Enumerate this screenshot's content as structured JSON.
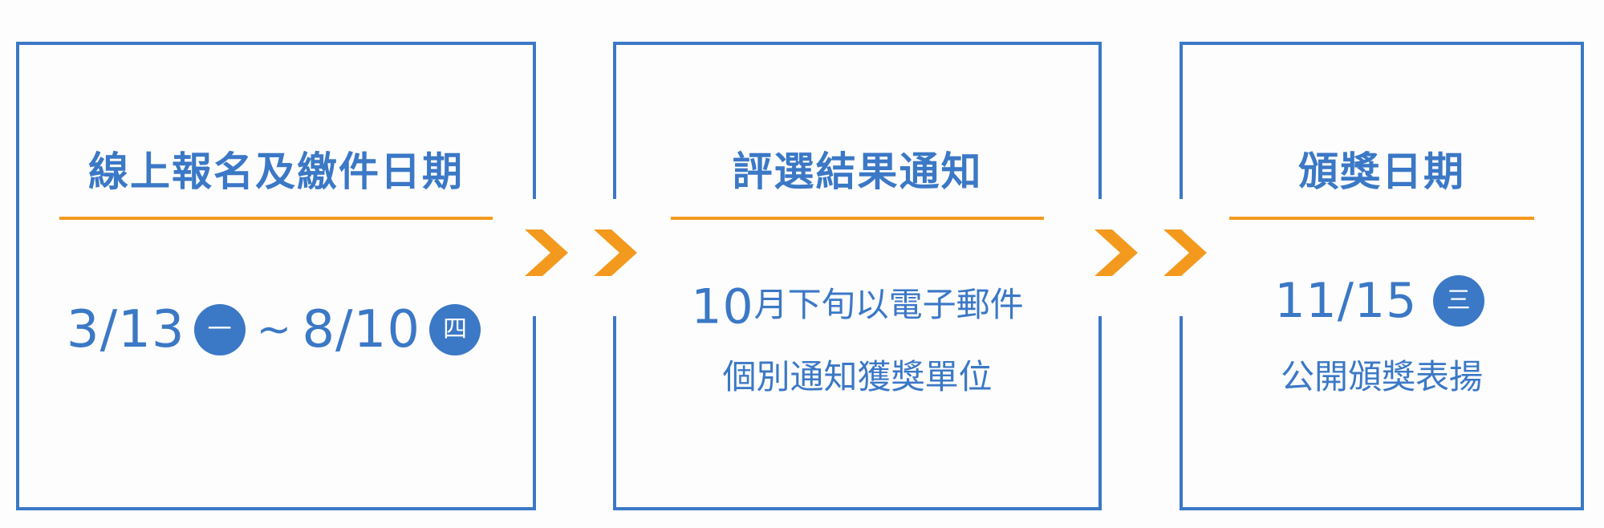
{
  "accent_color": "#3b78c6",
  "highlight_color": "#f39a1e",
  "steps": [
    {
      "title": "線上報名及繳件日期",
      "start_date": "3/13",
      "start_weekday": "一",
      "separator": "~",
      "end_date": "8/10",
      "end_weekday": "四"
    },
    {
      "title": "評選結果通知",
      "line1_number": "10",
      "line1_text": "月下旬以電子郵件",
      "line2_text": "個別通知獲獎單位"
    },
    {
      "title": "頒獎日期",
      "date": "11/15",
      "weekday": "三",
      "line2_text": "公開頒獎表揚"
    }
  ],
  "connectors": [
    {
      "from": 0,
      "to": 1,
      "glyph": "chevron-right-icon"
    },
    {
      "from": 1,
      "to": 2,
      "glyph": "chevron-right-icon"
    }
  ]
}
